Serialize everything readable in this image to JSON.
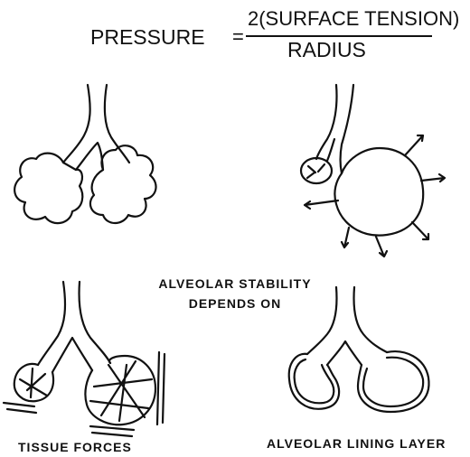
{
  "equation": {
    "lhs": "PRESSURE",
    "equals": "=",
    "numerator": "2(SURFACE TENSION)",
    "denominator": "RADIUS"
  },
  "center_caption": {
    "line1": "ALVEOLAR STABILITY",
    "line2": "DEPENDS ON"
  },
  "bottom_labels": {
    "left": "TISSUE FORCES",
    "right": "ALVEOLAR LINING LAYER"
  }
}
